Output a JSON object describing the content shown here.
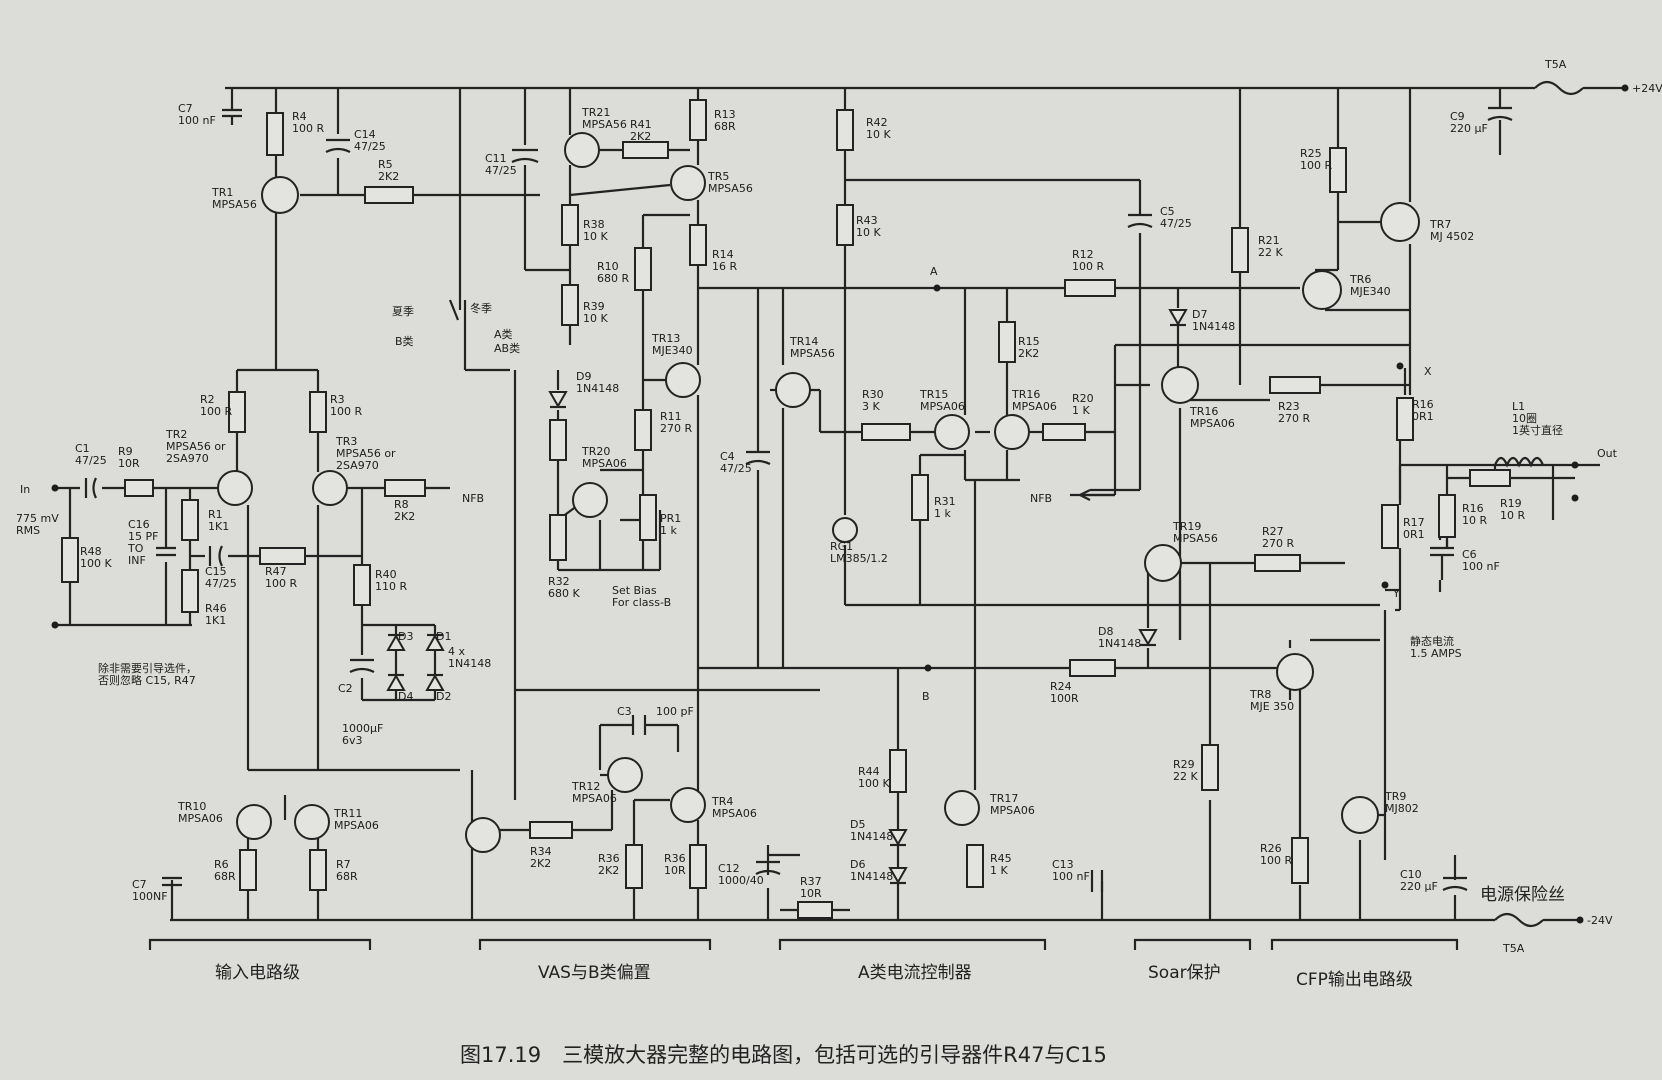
{
  "figure": {
    "caption": "图17.19　三模放大器完整的电路图，包括可选的引导器件R47与C15"
  },
  "rails": {
    "positive": "+24V",
    "negative": "-24V",
    "pos_fuse": "T5A",
    "neg_fuse": "T5A",
    "fuse_note": "电源保险丝"
  },
  "nodes": {
    "in": "In",
    "in_level": "775 mV\nRMS",
    "out": "Out",
    "a": "A",
    "b": "B",
    "x": "X",
    "y": "Y",
    "nfb_left": "NFB",
    "nfb_mid": "NFB"
  },
  "switch_labels": {
    "summer": "夏季",
    "winter": "冬季",
    "class_b": "B类",
    "class_a": "A类",
    "class_ab": "AB类"
  },
  "notes": {
    "bootstrap": "除非需要引导选件，\n否则忽略 C15, R47",
    "bias": "Set Bias\nFor class-B",
    "quiescent": "静态电流\n1.5 AMPS"
  },
  "sections": [
    "输入电路级",
    "VAS与B类偏置",
    "A类电流控制器",
    "Soar保护",
    "CFP输出电路级"
  ],
  "parts": {
    "C7a": "C7\n100 nF",
    "R4": "R4\n100 R",
    "C14": "C14\n47/25",
    "R5": "R5\n2K2",
    "TR1": "TR1\nMPSA56",
    "C11": "C11\n47/25",
    "TR21": "TR21\nMPSA56",
    "R41": "R41\n2K2",
    "R13": "R13\n68R",
    "TR5": "TR5\nMPSA56",
    "R38": "R38\n10 K",
    "R10": "R10\n680 R",
    "R14": "R14\n16 R",
    "R39": "R39\n10 K",
    "R42": "R42\n10 K",
    "R43": "R43\n10 K",
    "C5": "C5\n47/25",
    "R12": "R12\n100 R",
    "R25": "R25\n100 R",
    "TR7": "TR7\nMJ 4502",
    "R21": "R21\n22 K",
    "TR6": "TR6\nMJE340",
    "C9": "C9\n220 μF",
    "D7": "D7\n1N4148",
    "D9": "D9\n1N4148",
    "TR13": "TR13\nMJE340",
    "TR14": "TR14\nMPSA56",
    "R15": "R15\n2K2",
    "R30": "R30\n3 K",
    "TR15": "TR15\nMPSA06",
    "TR16a": "TR16\nMPSA06",
    "R20": "R20\n1 K",
    "TR16b": "TR16\nMPSA06",
    "R23": "R23\n270 R",
    "R16a": "R16\n0R1",
    "L1": "L1\n10圈\n1英寸直径",
    "R2": "R2\n100 R",
    "R3": "R3\n100 R",
    "C1": "C1\n47/25",
    "R9": "R9\n10R",
    "TR2": "TR2\nMPSA56 or\n2SA970",
    "TR3": "TR3\nMPSA56 or\n2SA970",
    "R8": "R8\n2K2",
    "R11": "R11\n270 R",
    "TR20": "TR20\nMPSA06",
    "C4": "C4\n47/25",
    "R31": "R31\n1 k",
    "PR1": "PR1\n1 k",
    "R1": "R1\n1K1",
    "C16": "C16\n15 PF\nTO\nINF",
    "R48": "R48\n100 K",
    "C15": "C15\n47/25",
    "R47": "R47\n100 R",
    "R40": "R40\n110 R",
    "R46": "R46\n1K1",
    "R32": "R32\n680 K",
    "RG1": "RG1\nLM385/1.2",
    "TR19": "TR19\nMPSA56",
    "R27": "R27\n270 R",
    "R17": "R17\n0R1",
    "R16b": "R16\n10 R",
    "R19": "R19\n10 R",
    "C6": "C6\n100 nF",
    "D1": "D1",
    "D2": "D2",
    "D3": "D3",
    "D4": "D4",
    "D1_note": "4 x\n1N4148",
    "C2": "C2",
    "C2_val": "1000μF\n6v3",
    "D8": "D8\n1N4148",
    "R24": "R24\n100R",
    "TR8": "TR8\nMJE 350",
    "C3": "C3",
    "C3_val": "100 pF",
    "TR12": "TR12\nMPSA06",
    "TR4": "TR4\nMPSA06",
    "R44": "R44\n100 K",
    "D5": "D5\n1N4148",
    "D6": "D6\n1N4148",
    "TR17": "TR17\nMPSA06",
    "R29": "R29\n22 K",
    "TR10": "TR10\nMPSA06",
    "TR11": "TR11\nMPSA06",
    "R6": "R6\n68R",
    "R7": "R7\n68R",
    "C7b": "C7\n100NF",
    "R34": "R34\n2K2",
    "R36a": "R36\n2K2",
    "R36b": "R36\n10R",
    "C12": "C12\n1000/40",
    "R37": "R37\n10R",
    "R45": "R45\n1 K",
    "C13": "C13\n100 nF",
    "R26": "R26\n100 R",
    "TR9": "TR9\nMJ802",
    "C10": "C10\n220 μF"
  }
}
